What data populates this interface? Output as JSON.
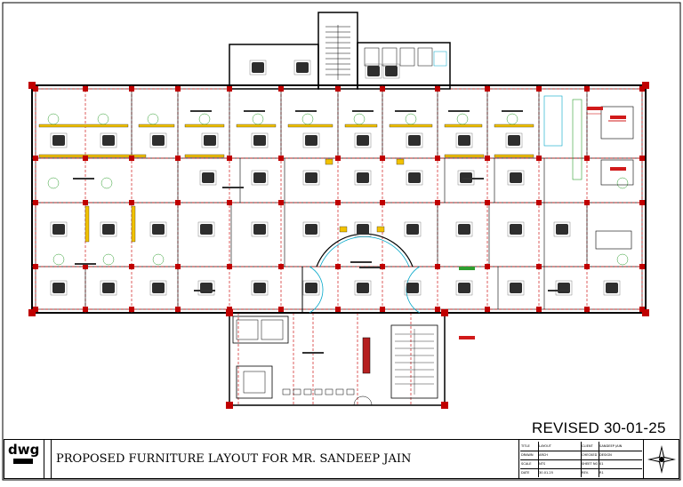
{
  "drawing": {
    "revision_note": "REVISED 30-01-25",
    "title": "PROPOSED FURNITURE LAYOUT FOR MR. SANDEEP JAIN",
    "logo": "dwg",
    "icons": [
      "north-arrow-icon",
      "workstation-chair-icon",
      "door-swing-icon"
    ],
    "colors": {
      "wall": "#000000",
      "column": "#c00000",
      "grid_line": "#d11a1a",
      "furniture": "#333333",
      "glazing": "#00a6c8",
      "planter": "#2f9e2f",
      "highlight": "#f2c200"
    },
    "title_block": {
      "rows": [
        [
          "TITLE",
          "LAYOUT",
          "CLIENT",
          "SANDEEP JAIN"
        ],
        [
          "DRAWN",
          "ARCH",
          "CHECKED",
          "DESIGN"
        ],
        [
          "SCALE",
          "NTS",
          "SHEET NO.",
          "01"
        ],
        [
          "DATE",
          "30.01.25",
          "REV.",
          "R1"
        ]
      ]
    }
  }
}
